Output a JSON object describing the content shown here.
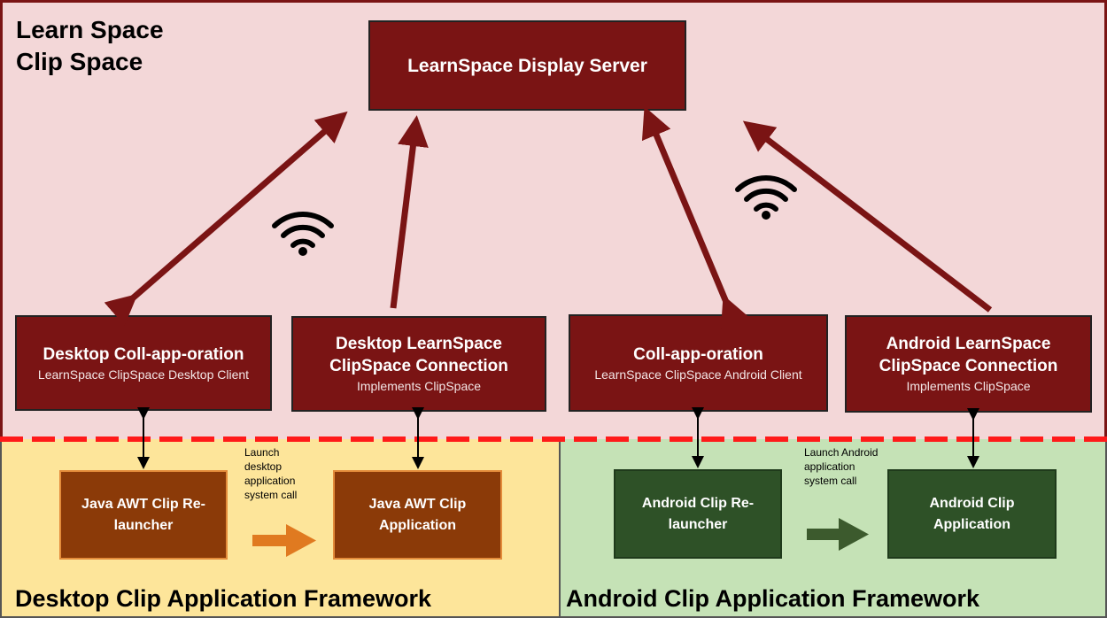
{
  "top_region": {
    "title_line1": "Learn Space",
    "title_line2": "Clip Space"
  },
  "server": {
    "title": "LearnSpace Display Server"
  },
  "clients": [
    {
      "title": "Desktop Coll-app-oration",
      "subtitle": "LearnSpace ClipSpace Desktop Client"
    },
    {
      "title": "Desktop LearnSpace ClipSpace Connection",
      "subtitle": "Implements ClipSpace"
    },
    {
      "title": "Coll-app-oration",
      "subtitle": "LearnSpace ClipSpace Android Client"
    },
    {
      "title": "Android LearnSpace ClipSpace Connection",
      "subtitle": "Implements ClipSpace"
    }
  ],
  "desktop_framework": {
    "title": "Desktop Clip Application Framework",
    "relauncher": "Java AWT Clip Re-launcher",
    "application": "Java AWT Clip Application",
    "launch_note": "Launch desktop application system call"
  },
  "android_framework": {
    "title": "Android Clip Application Framework",
    "relauncher": "Android Clip Re-launcher",
    "application": "Android Clip Application",
    "launch_note": "Launch Android application system call"
  },
  "colors": {
    "server_box": "#7a1414",
    "top_region": "#f3d7d8",
    "desktop_region": "#fde59a",
    "android_region": "#c5e2b6",
    "desktop_arrow": "#e07a20",
    "android_arrow": "#3c5a2d",
    "divider": "#ff1a1a"
  },
  "icons": {
    "wireless": "wifi-icon"
  }
}
